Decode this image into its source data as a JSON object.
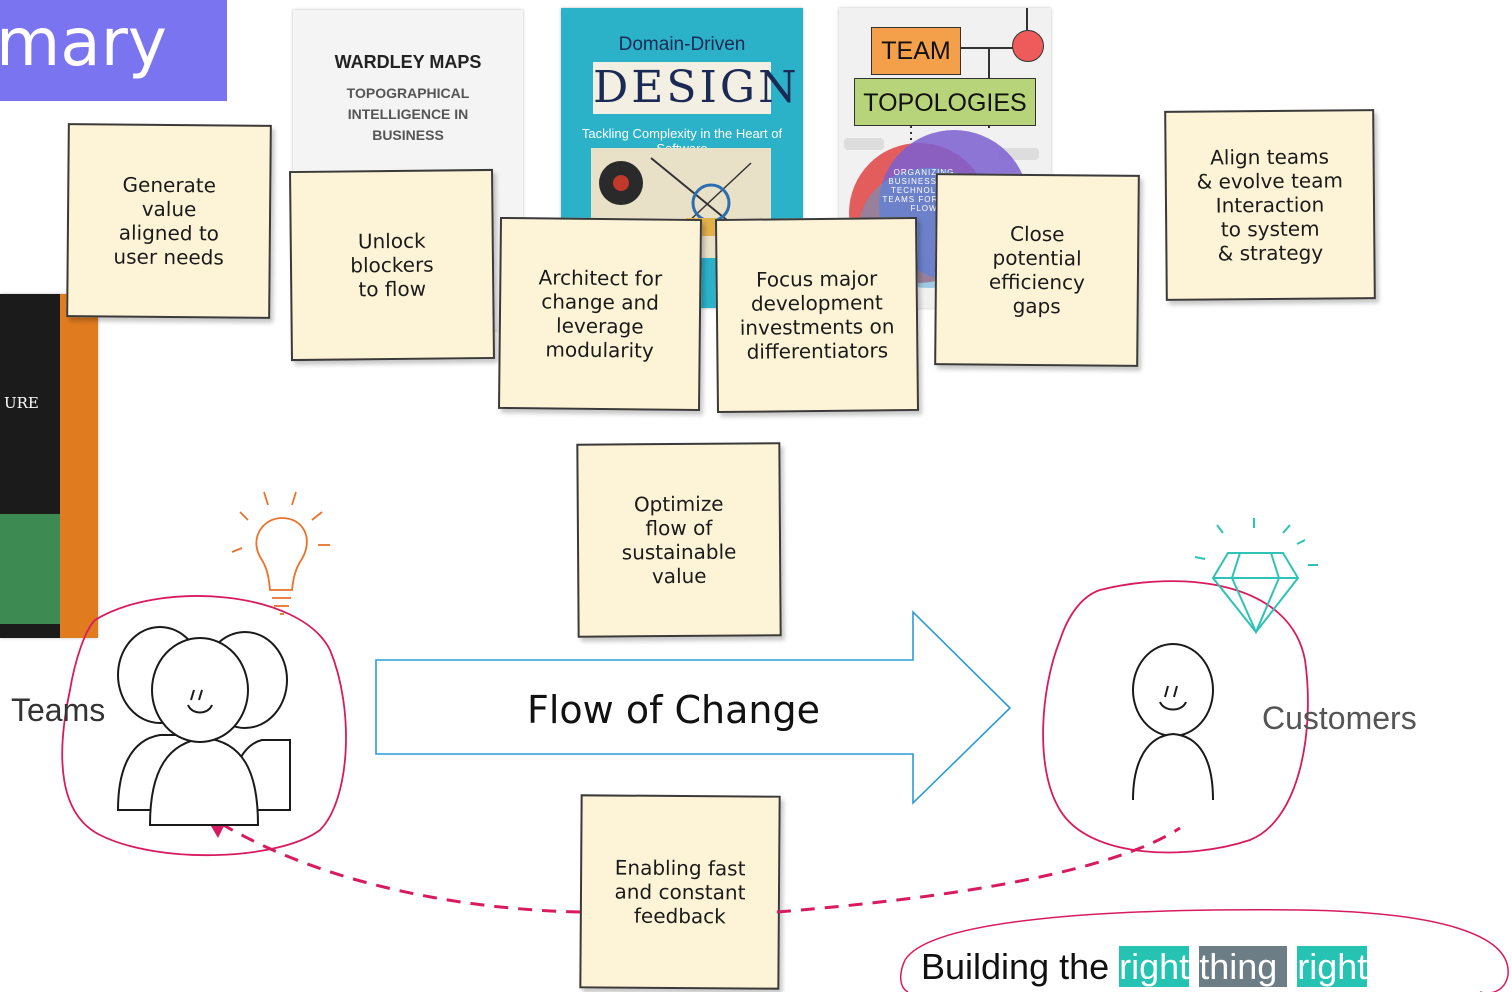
{
  "title": {
    "text": "mary"
  },
  "books": {
    "wardley": {
      "title": "WARDLEY MAPS",
      "subtitle": "TOPOGRAPHICAL\nINTELLIGENCE IN\nBUSINESS"
    },
    "ddd": {
      "top": "Domain-Driven",
      "big": "DESIGN",
      "tagline": "Tackling Complexity in the Heart of Software"
    },
    "team": {
      "line1": "TEAM",
      "line2": "TOPOLOGIES",
      "circle_text": "ORGANIZING BUSINESS AND TECHNOLOGY TEAMS FOR FAST FLOW"
    },
    "vernon": {
      "fragment": "URE"
    }
  },
  "notes": {
    "generate_value": "Generate\nvalue\naligned to\nuser needs",
    "unlock_blockers": "Unlock\nblockers\nto flow",
    "architect": "Architect for\nchange and\nleverage\nmodularity",
    "focus": "Focus major\ndevelopment\ninvestments on\ndifferentiators",
    "close_gaps": "Close\npotential\nefficiency\ngaps",
    "align_teams": "Align teams\n& evolve team\nInteraction\nto system\n& strategy",
    "optimize_flow": "Optimize\nflow of\nsustainable\nvalue",
    "enabling_feedback": "Enabling fast\nand constant\nfeedback"
  },
  "teams_label": "Teams",
  "customers_label": "Customers",
  "flow_label": "Flow of Change",
  "tagline": {
    "prefix": "Building the ",
    "w1": "right",
    "w2": "thing ",
    "w3": "right"
  },
  "colors": {
    "title_bg": "#7b74f0",
    "loop": "#d81b60",
    "arrow": "#2b9bd8",
    "bulb": "#e8732c",
    "diamond": "#2dc3b5",
    "highlight_teal": "#26c2b2",
    "highlight_slate": "#6c7d86"
  }
}
